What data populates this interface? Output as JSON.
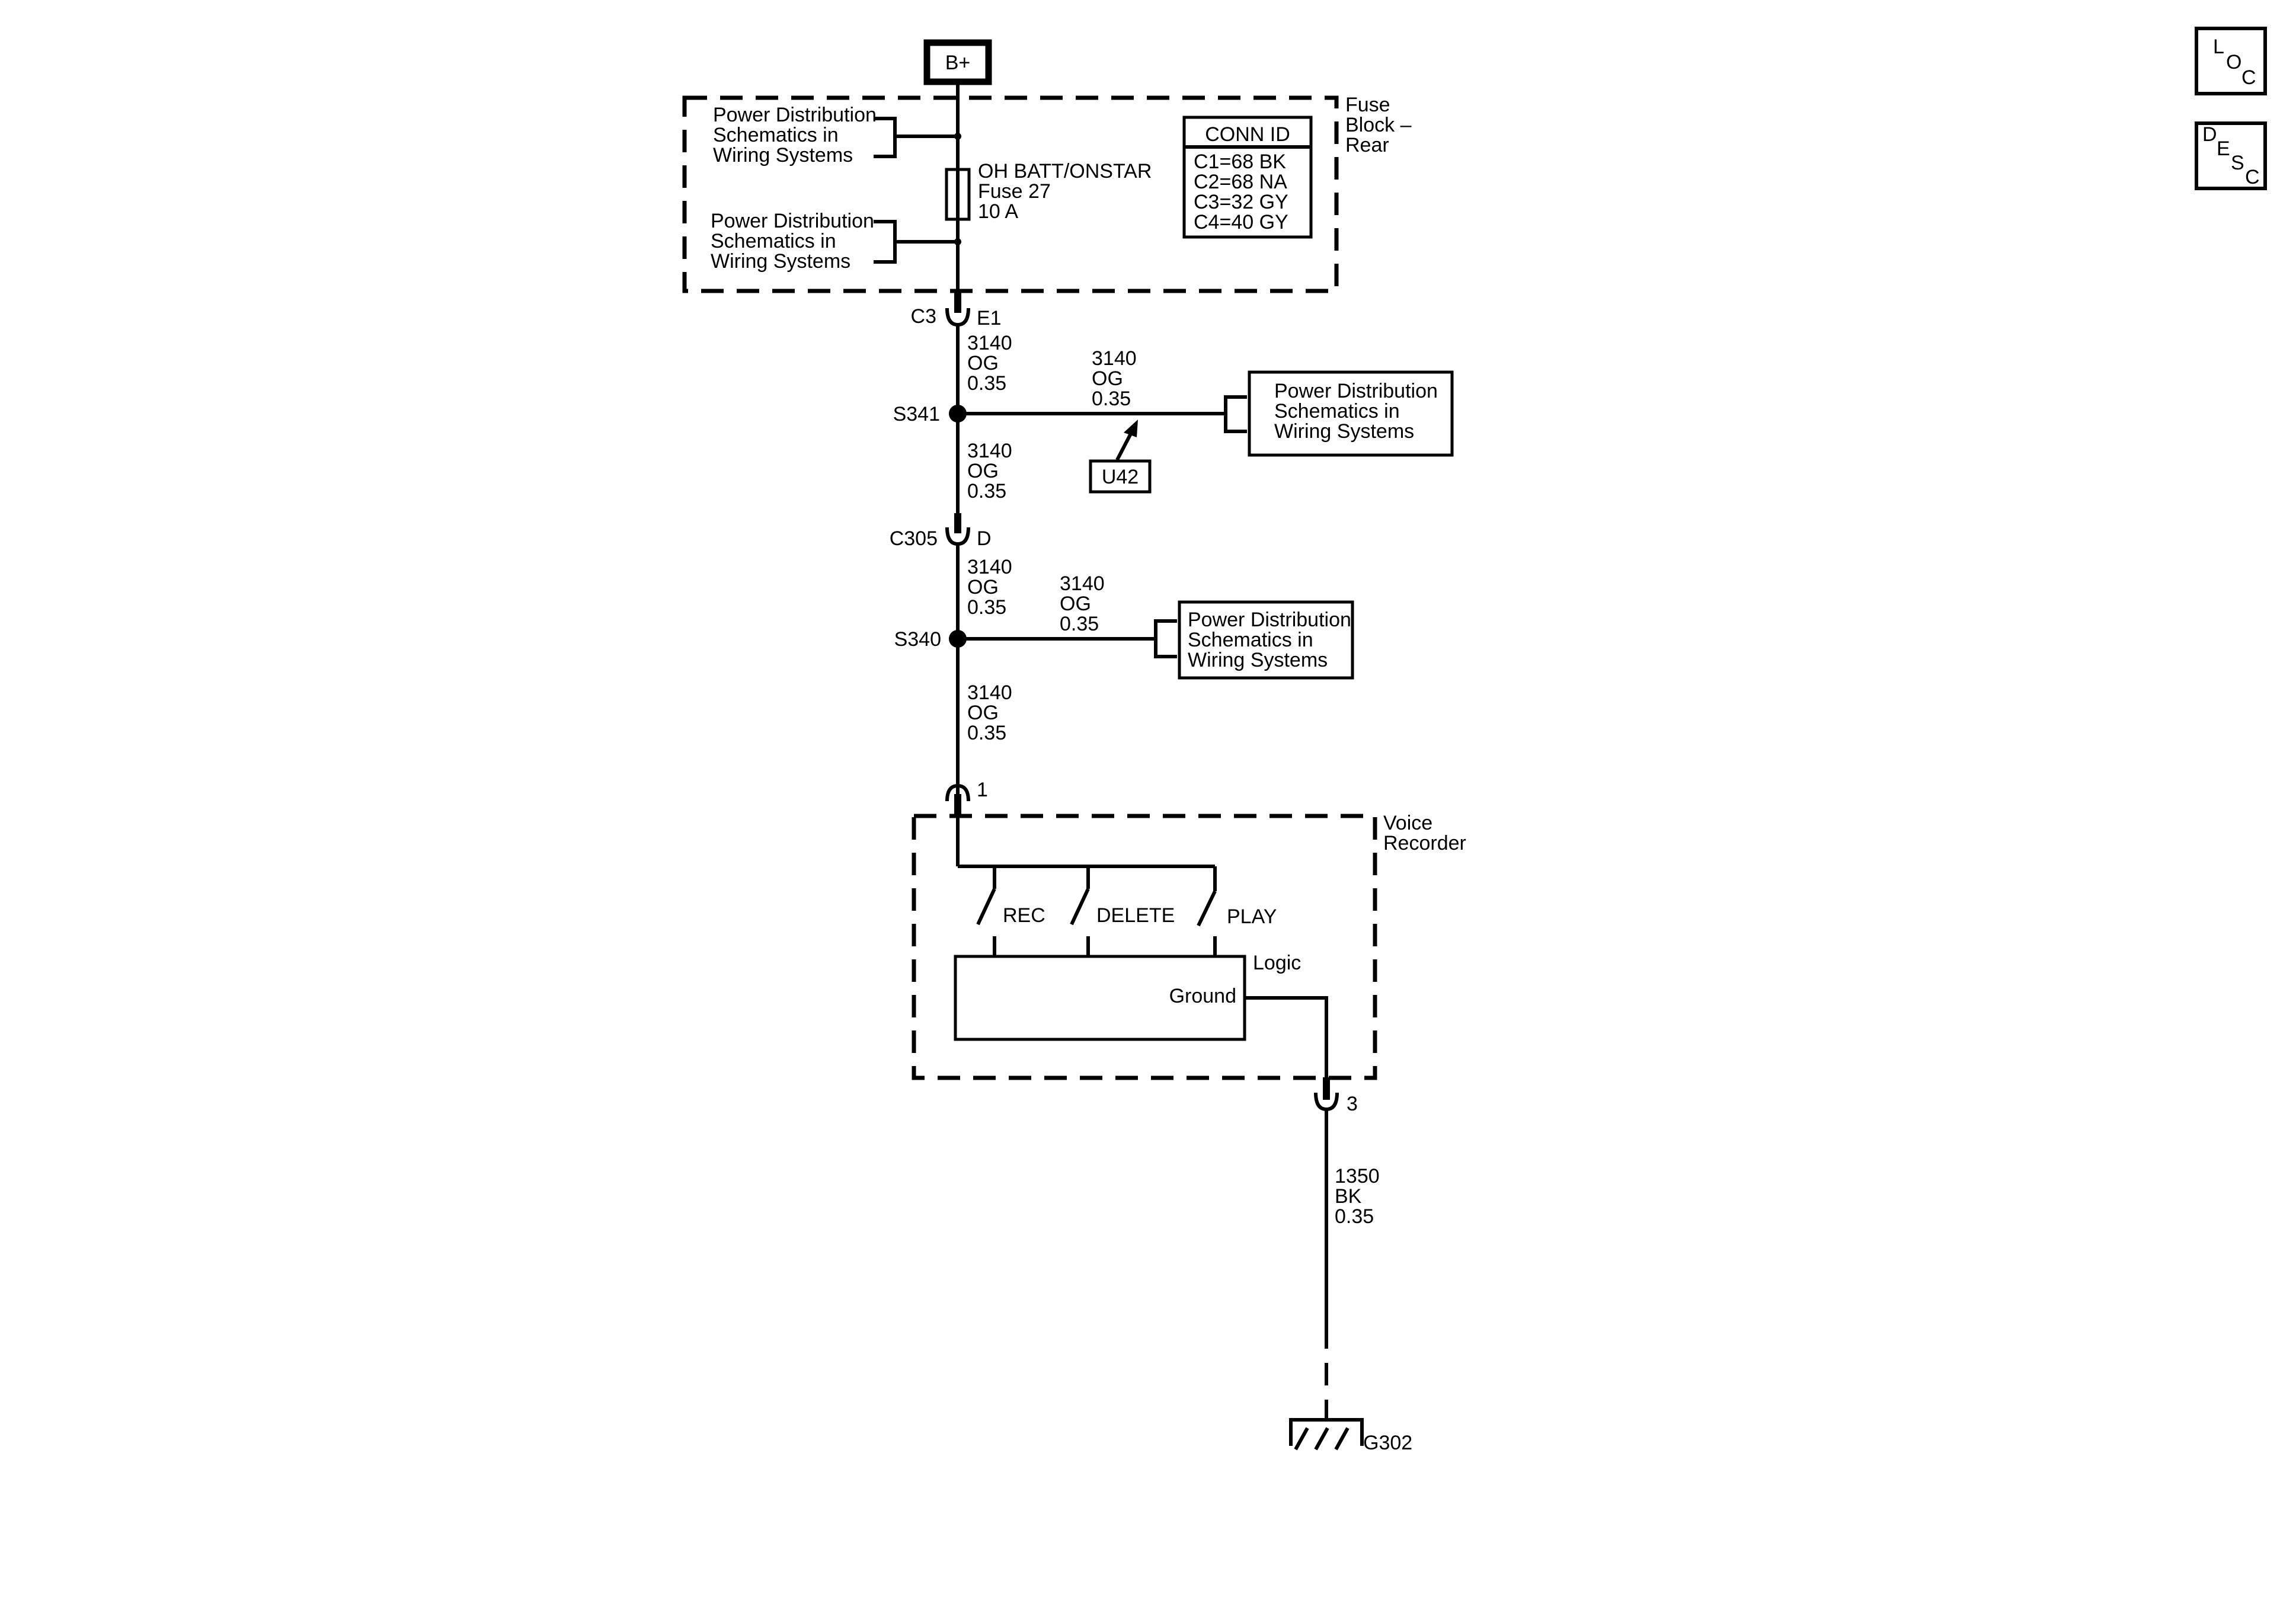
{
  "supply": {
    "label": "B+"
  },
  "nav": {
    "loc": [
      "L",
      "O",
      "C"
    ],
    "desc": [
      "D",
      "E",
      "S",
      "C"
    ]
  },
  "fuse_block": {
    "title_lines": [
      "Fuse",
      "Block –",
      "Rear"
    ],
    "ref_top": [
      "Power Distribution",
      "Schematics in",
      "Wiring Systems"
    ],
    "ref_bottom": [
      "Power Distribution",
      "Schematics in",
      "Wiring Systems"
    ],
    "fuse_lines": [
      "OH BATT/ONSTAR",
      "Fuse 27",
      "10 A"
    ],
    "conn_id": {
      "header": "CONN ID",
      "rows": [
        "C1=68 BK",
        "C2=68 NA",
        "C3=32 GY",
        "C4=40 GY"
      ]
    }
  },
  "connectors": {
    "c3": {
      "name": "C3",
      "pin": "E1"
    },
    "c305": {
      "name": "C305",
      "pin": "D"
    },
    "vr_in": {
      "pin": "1"
    },
    "vr_out": {
      "pin": "3"
    }
  },
  "splices": {
    "s341": {
      "name": "S341",
      "ref": [
        "Power Distribution",
        "Schematics in",
        "Wiring Systems"
      ],
      "tag": "U42"
    },
    "s340": {
      "name": "S340",
      "ref": [
        "Power Distribution",
        "Schematics in",
        "Wiring Systems"
      ]
    }
  },
  "wires": {
    "w1": [
      "3140",
      "OG",
      "0.35"
    ],
    "w2": [
      "3140",
      "OG",
      "0.35"
    ],
    "w3": [
      "3140",
      "OG",
      "0.35"
    ],
    "w4": [
      "3140",
      "OG",
      "0.35"
    ],
    "w5": [
      "3140",
      "OG",
      "0.35"
    ],
    "w6": [
      "3140",
      "OG",
      "0.35"
    ],
    "w7": [
      "1350",
      "BK",
      "0.35"
    ]
  },
  "voice_recorder": {
    "title_lines": [
      "Voice",
      "Recorder"
    ],
    "switches": [
      "REC",
      "DELETE",
      "PLAY"
    ],
    "logic_label": "Logic",
    "ground_label": "Ground"
  },
  "ground": {
    "name": "G302"
  }
}
